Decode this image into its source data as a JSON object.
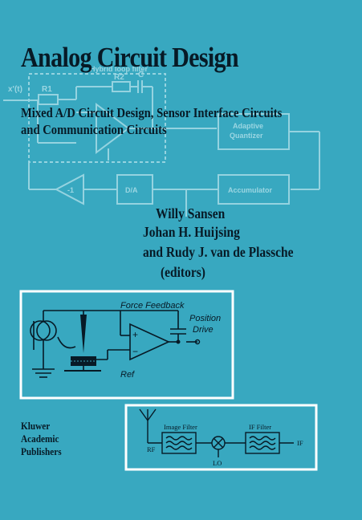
{
  "cover": {
    "title": "Analog Circuit Design",
    "subtitle_line1": "Mixed A/D Circuit Design, Sensor Interface Circuits",
    "subtitle_line2": "and Communication Circuits",
    "editors": [
      "Willy Sansen",
      "Johan H. Huijsing",
      "and Rudy J. van de Plassche",
      "(editors)"
    ],
    "publisher": [
      "Kluwer",
      "Academic",
      "Publishers"
    ]
  },
  "background_circuit": {
    "input_label": "x'(t)",
    "r1_label": "R1",
    "r2_label": "R2",
    "c_label": "C",
    "top_label": "Hybrid loop filter",
    "quantizer_label": [
      "Adaptive",
      "Quantizer"
    ],
    "accumulator_label": "Accumulator",
    "da_label": "D/A",
    "amp_label": "-1"
  },
  "sensor_diagram": {
    "force_feedback_label": "Force Feedback",
    "position_label": "Position",
    "drive_label": "Drive",
    "ref_label": "Ref",
    "plus_label": "+",
    "minus_label": "−"
  },
  "receiver_diagram": {
    "image_filter_label": "Image Filter",
    "if_filter_label": "IF Filter",
    "rf_label": "RF",
    "lo_label": "LO",
    "if_label": "IF"
  },
  "colors": {
    "background": "#38a8c0",
    "circuit_lines": "#9fd8e4",
    "text": "#071a26",
    "panel": "#ffffff"
  }
}
